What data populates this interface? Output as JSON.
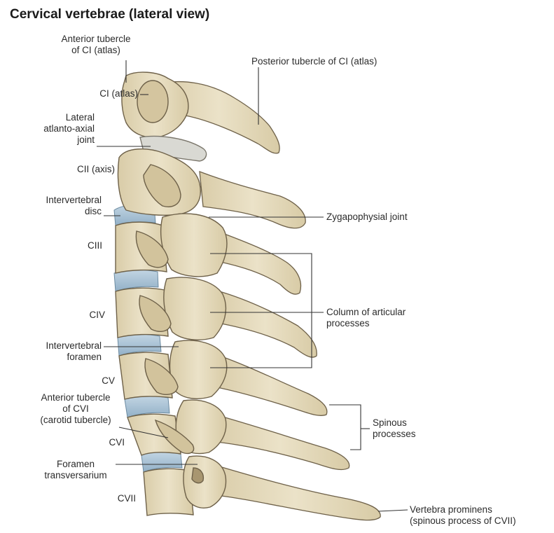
{
  "title": "Cervical vertebrae (lateral view)",
  "labels": {
    "anterior_tubercle_ci": [
      "Anterior tubercle",
      "of CI (atlas)"
    ],
    "posterior_tubercle_ci": [
      "Posterior tubercle of CI (atlas)"
    ],
    "ci_atlas": [
      "CI (atlas)"
    ],
    "lateral_atlanto_axial": [
      "Lateral",
      "atlanto-axial",
      "joint"
    ],
    "cii_axis": [
      "CII (axis)"
    ],
    "intervertebral_disc": [
      "Intervertebral",
      "disc"
    ],
    "zygapophysial_joint": [
      "Zygapophysial joint"
    ],
    "ciii": [
      "CIII"
    ],
    "column_articular": [
      "Column of articular",
      "processes"
    ],
    "civ": [
      "CIV"
    ],
    "intervertebral_foramen": [
      "Intervertebral",
      "foramen"
    ],
    "cv": [
      "CV"
    ],
    "anterior_tubercle_cvi": [
      "Anterior tubercle",
      "of CVI",
      "(carotid tubercle)"
    ],
    "spinous_processes": [
      "Spinous",
      "processes"
    ],
    "cvi": [
      "CVI"
    ],
    "foramen_transversarium": [
      "Foramen",
      "transversarium"
    ],
    "cvii": [
      "CVII"
    ],
    "vertebra_prominens": [
      "Vertebra prominens",
      "(spinous process of CVII)"
    ]
  },
  "colors": {
    "bone": "#e6dcc0",
    "bone_shade": "#c9b992",
    "bone_outline": "#6e6149",
    "disc": "#a9c3d6",
    "leader": "#333333"
  }
}
